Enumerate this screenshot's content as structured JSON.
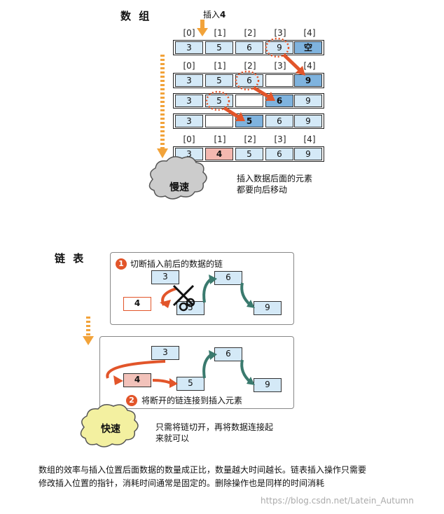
{
  "array_section": {
    "title": "数 组",
    "insert_label": "插入",
    "insert_value": "4",
    "index_labels": [
      "[0]",
      "[1]",
      "[2]",
      "[3]",
      "[4]"
    ],
    "rows": [
      [
        "3",
        "5",
        "6",
        "9",
        "空"
      ],
      [
        "3",
        "5",
        "6",
        "",
        "9"
      ],
      [
        "3",
        "5",
        "",
        "6",
        "9"
      ],
      [
        "3",
        "",
        "5",
        "6",
        "9"
      ],
      [
        "3",
        "4",
        "5",
        "6",
        "9"
      ]
    ],
    "speed_label": "慢速",
    "note_line1": "插入数据后面的元素",
    "note_line2": "都要向后移动"
  },
  "list_section": {
    "title": "链 表",
    "step1_number": "1",
    "step1_text": "切断插入前后的数据的链",
    "step2_number": "2",
    "step2_text": "将断开的链连接到插入元素",
    "nodes_step1": [
      "3",
      "4",
      "5",
      "6",
      "9"
    ],
    "nodes_step2": [
      "3",
      "4",
      "5",
      "6",
      "9"
    ],
    "speed_label": "快速",
    "note_line1": "只需将链切开，再将数据连接起",
    "note_line2": "来就可以"
  },
  "footer": {
    "line1": "数组的效率与插入位置后面数据的数量成正比，数量越大时间越长。链表插入操作只需要",
    "line2": "修改插入位置的指针，消耗时间通常是固定的。删除操作也是同样的时间消耗"
  },
  "watermark": "https://blog.csdn.net/Latein_Autumn",
  "colors": {
    "cell_light": "#d4e9f7",
    "cell_dark": "#7fb3de",
    "cell_pink": "#f4b8b0",
    "arrow_red": "#e2552a",
    "arrow_orange": "#f2a33a",
    "arrow_teal": "#3a7a6e"
  }
}
